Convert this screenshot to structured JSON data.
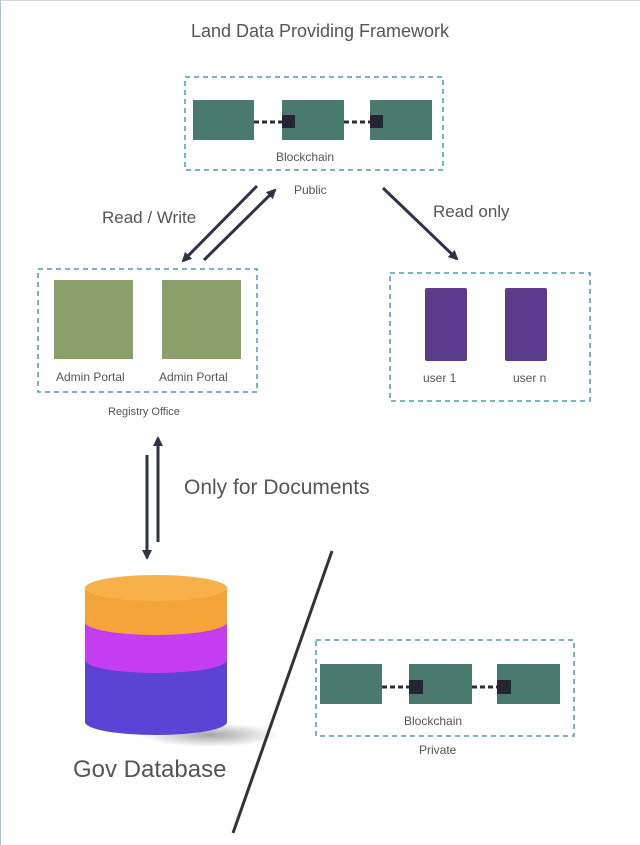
{
  "diagram": {
    "title": "Land Data Providing Framework",
    "public_box": {
      "inner_label": "Blockchain",
      "caption": "Public"
    },
    "registry_box": {
      "portal_labels": [
        "Admin Portal",
        "Admin Portal"
      ],
      "caption": "Registry Office"
    },
    "users_box": {
      "user_labels": [
        "user 1",
        "user n"
      ]
    },
    "private_box": {
      "inner_label": "Blockchain",
      "caption": "Private"
    },
    "edges": {
      "read_write": "Read / Write",
      "read_only": "Read only",
      "documents": "Only for Documents"
    },
    "database": {
      "label": "Gov Database"
    },
    "colors": {
      "block": "#4a7a6e",
      "connector": "#2b2b3a",
      "dashed_border": "#4d9bb2",
      "portal": "#8a9f6a",
      "user": "#5b3b8c",
      "arrow": "#2f3346",
      "db_top": "#f5a43a",
      "db_mid": "#c43df0",
      "db_bottom": "#5b43d6"
    }
  }
}
